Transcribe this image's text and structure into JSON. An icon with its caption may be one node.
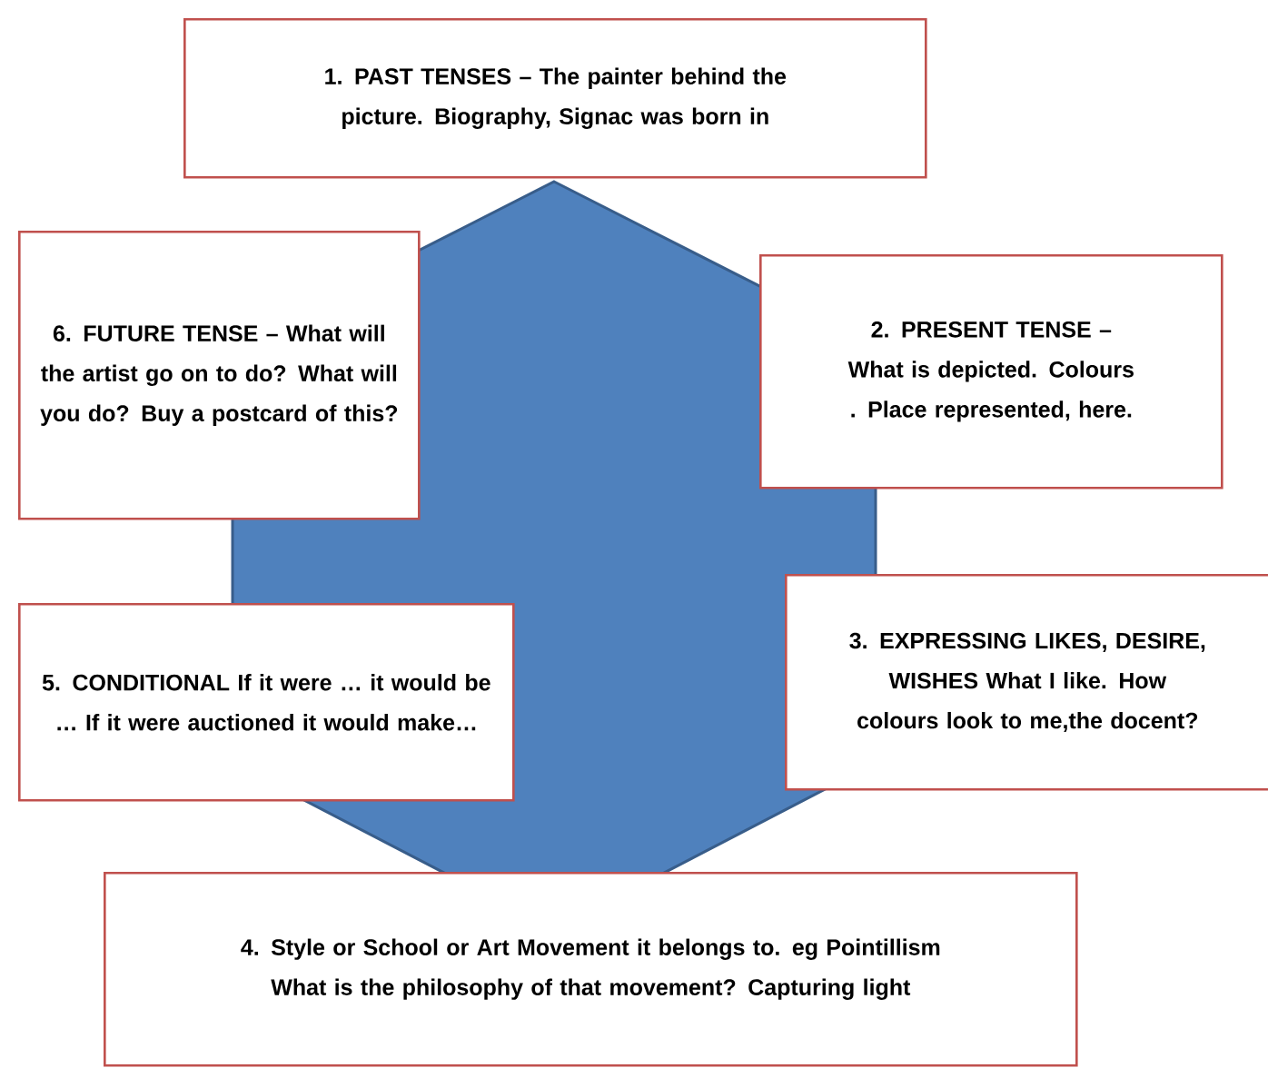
{
  "diagram": {
    "nodes": [
      {
        "text": [
          "1. PAST TENSES – The painter behind the picture. Biography, Signac was born in"
        ]
      },
      {
        "text": [
          "6. FUTURE TENSE – What will the artist go on to do? What will you do? Buy a postcard of this?"
        ]
      },
      {
        "text": [
          "2. PRESENT TENSE – What is depicted. Colours . Place represented, here."
        ]
      },
      {
        "text": [
          "5. CONDITIONAL If it were … it would be … If it were auctioned it would make…"
        ]
      },
      {
        "text": [
          "3. EXPRESSING LIKES, DESIRE, WISHES What I like. How colours look to me,the docent?"
        ]
      },
      {
        "text": [
          "4. Style or School or Art Movement it belongs to. eg Pointillism   What is the philosophy of that movement? Capturing light"
        ]
      }
    ]
  }
}
